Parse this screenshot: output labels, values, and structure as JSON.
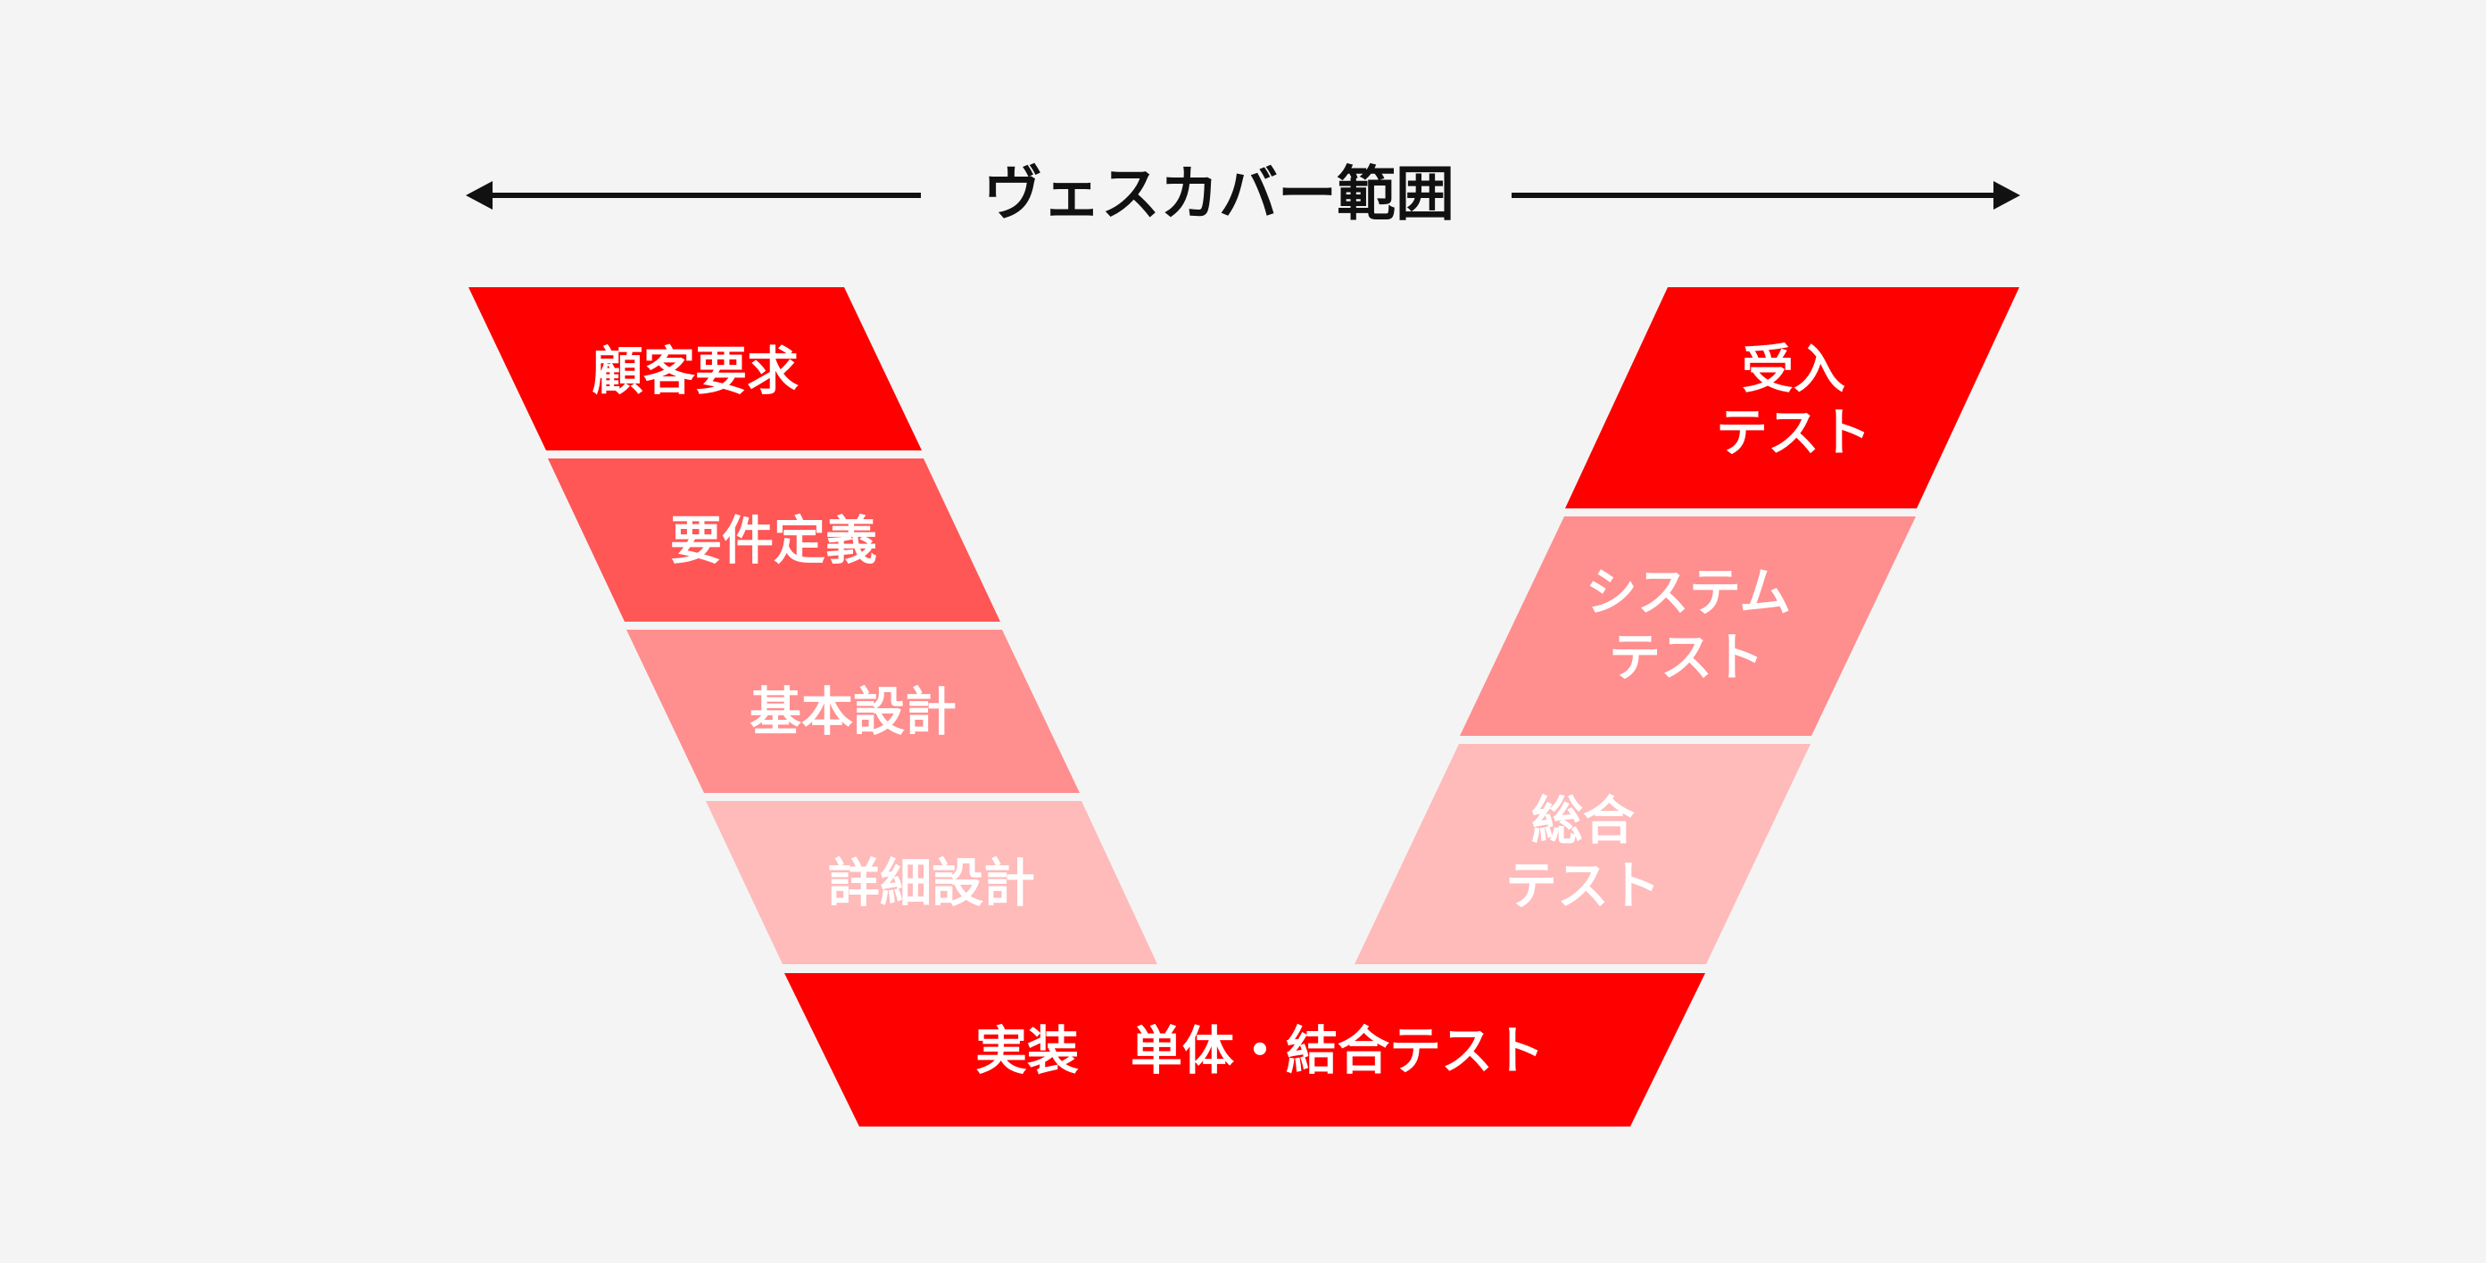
{
  "header": {
    "title": "ヴェスカバー範囲"
  },
  "colors": {
    "background": "#f4f4f4",
    "text_dark": "#111111",
    "text_light": "#ffffff",
    "level1": "#fe0000",
    "level2": "#ff5656",
    "level3": "#ff8e8e",
    "level4": "#ffbaba"
  },
  "left_stages": [
    {
      "label": "顧客要求"
    },
    {
      "label": "要件定義"
    },
    {
      "label": "基本設計"
    },
    {
      "label": "詳細設計"
    }
  ],
  "bottom_stage": {
    "label": "実装　単体・結合テスト"
  },
  "right_stages": [
    {
      "line1": "受入",
      "line2": "テスト"
    },
    {
      "line1": "システム",
      "line2": "テスト"
    },
    {
      "line1": "総合",
      "line2": "テスト"
    }
  ]
}
